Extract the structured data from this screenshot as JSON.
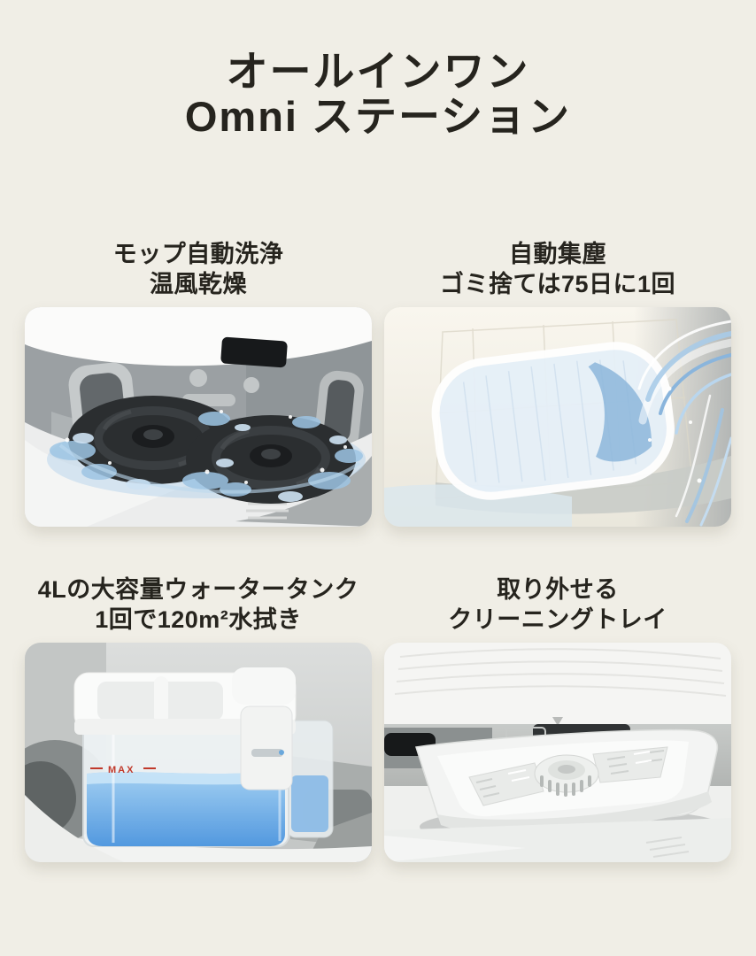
{
  "page": {
    "background_color": "#F0EEE6",
    "text_color": "#26241E"
  },
  "title": {
    "line1": "オールインワン",
    "line2": "Omni ステーション"
  },
  "features": [
    {
      "caption_line1": "モップ自動洗浄",
      "caption_line2": "温風乾燥",
      "photo_alt": "mop-pads-auto-washing-photo"
    },
    {
      "caption_line1": "自動集塵",
      "caption_line2": "ゴミ捨ては75日に1回",
      "photo_alt": "auto-dust-collection-bag-photo"
    },
    {
      "caption_line1": "4Lの大容量ウォータータンク",
      "caption_line2": "1回で120m²水拭き",
      "photo_alt": "4l-water-tank-photo",
      "tank_marking": "MAX"
    },
    {
      "caption_line1": "取り外せる",
      "caption_line2": "クリーニングトレイ",
      "photo_alt": "removable-cleaning-tray-photo"
    }
  ],
  "colors": {
    "water_blue": "#5A9FE2",
    "splash_blue": "#AFCFEA",
    "flow_blue": "#8FB9DE",
    "max_red": "#C0392B"
  }
}
